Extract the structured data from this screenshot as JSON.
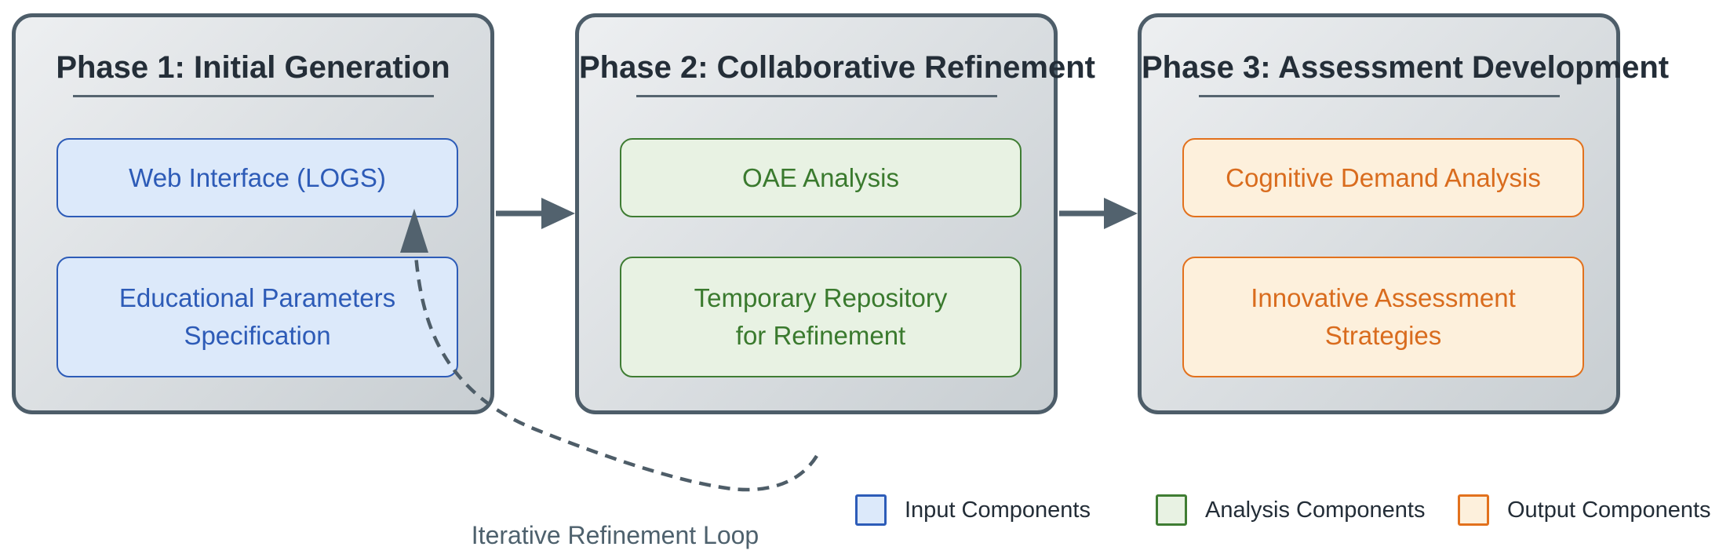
{
  "colors": {
    "canvas_bg": "#ffffff",
    "phase_fill_light": "#edeff1",
    "phase_fill_dark": "#c8ced2",
    "phase_border": "#4d5d69",
    "phase_title": "#242e38",
    "title_underline": "#55646f",
    "arrow": "#52626e",
    "loop_stroke": "#4e5d68",
    "loop_label": "#4e616d",
    "input_fill": "#dce9fa",
    "input_border": "#2d5cb8",
    "input_text": "#2d5bb7",
    "analysis_fill": "#e8f2e3",
    "analysis_border": "#3f7d33",
    "analysis_text": "#3a7a2e",
    "output_fill": "#fdf0dc",
    "output_border": "#e2711d",
    "output_text": "#d96c1e",
    "legend_text": "#232d37"
  },
  "phases": [
    {
      "title": "Phase 1: Initial Generation",
      "category": "input",
      "boxes": [
        {
          "label": "Web Interface (LOGS)"
        },
        {
          "label": "Educational Parameters\nSpecification"
        }
      ]
    },
    {
      "title": "Phase 2: Collaborative Refinement",
      "category": "analysis",
      "boxes": [
        {
          "label": "OAE Analysis"
        },
        {
          "label": "Temporary Repository\nfor Refinement"
        }
      ]
    },
    {
      "title": "Phase 3: Assessment Development",
      "category": "output",
      "boxes": [
        {
          "label": "Cognitive Demand Analysis"
        },
        {
          "label": "Innovative Assessment\nStrategies"
        }
      ]
    }
  ],
  "loop_label": "Iterative Refinement Loop",
  "legend": [
    {
      "label": "Input Components"
    },
    {
      "label": "Analysis Components"
    },
    {
      "label": "Output Components"
    }
  ]
}
